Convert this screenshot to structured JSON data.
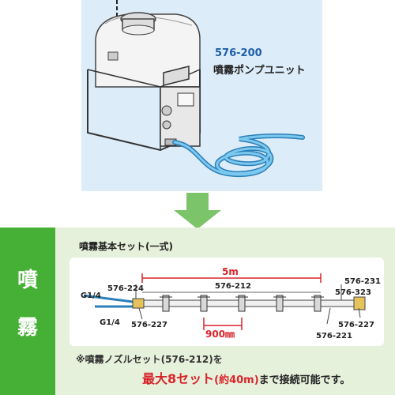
{
  "pump": {
    "code": "576-200",
    "name": "噴霧ポンプユニット"
  },
  "side_label": [
    "噴",
    "霧"
  ],
  "set": {
    "title": "噴霧基本セット(一式)",
    "span_label": "5m",
    "pitch_label": "900㎜",
    "parts": {
      "p224": "576-224",
      "p212": "576-212",
      "p227_left": "576-227",
      "p231": "576-231",
      "p323": "576-323",
      "p227_right": "576-227",
      "p221": "576-221"
    },
    "thread_top": "G1/4",
    "thread_bottom": "G1/4"
  },
  "note": {
    "line1": "※噴霧ノズルセット(576-212)を",
    "line2_max": "最大8セット",
    "line2_approx": "(約40m)",
    "line2_rest": "まで接続可能です。"
  },
  "colors": {
    "green": "#45b035",
    "light_green": "#e6f1db",
    "light_blue": "#dcecf8",
    "blue_text": "#1f5fa8",
    "red": "#d8242b",
    "hose": "#3aa0d8"
  }
}
